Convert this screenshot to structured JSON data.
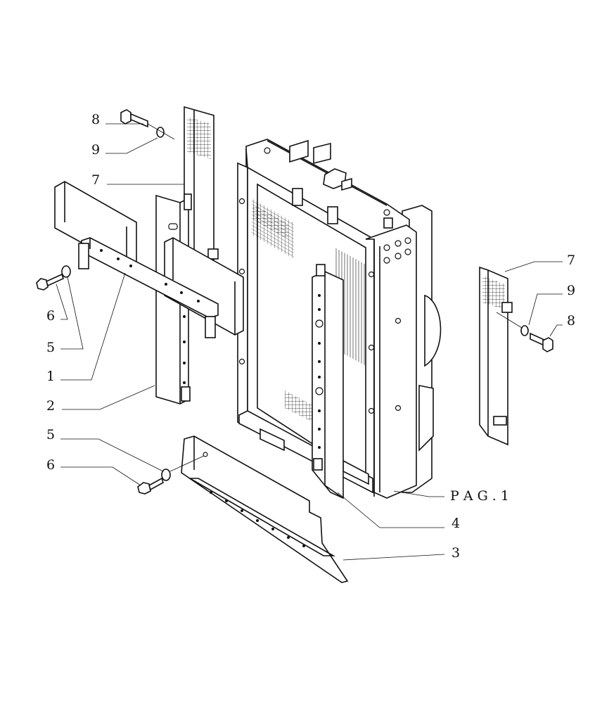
{
  "callouts": [
    {
      "id": "callout-8-left",
      "text": "8"
    },
    {
      "id": "callout-9-left",
      "text": "9"
    },
    {
      "id": "callout-7-left",
      "text": "7"
    },
    {
      "id": "callout-6-left",
      "text": "6"
    },
    {
      "id": "callout-5-left",
      "text": "5"
    },
    {
      "id": "callout-1",
      "text": "1"
    },
    {
      "id": "callout-2",
      "text": "2"
    },
    {
      "id": "callout-5-bottom",
      "text": "5"
    },
    {
      "id": "callout-6-bottom",
      "text": "6"
    },
    {
      "id": "callout-7-right",
      "text": "7"
    },
    {
      "id": "callout-9-right",
      "text": "9"
    },
    {
      "id": "callout-8-right",
      "text": "8"
    },
    {
      "id": "callout-pag",
      "text": "P A G . 1"
    },
    {
      "id": "callout-4",
      "text": "4"
    },
    {
      "id": "callout-3",
      "text": "3"
    }
  ]
}
